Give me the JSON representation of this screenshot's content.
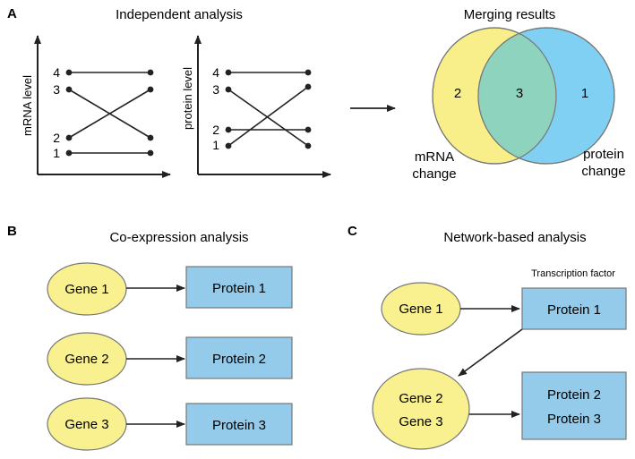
{
  "panels": {
    "a": {
      "letter": "A",
      "title": "Independent analysis",
      "left_plot": {
        "ylabel": "mRNA level",
        "ticks": [
          "4",
          "3",
          "2",
          "1"
        ]
      },
      "right_plot": {
        "ylabel": "protein level",
        "ticks": [
          "4",
          "3",
          "2",
          "1"
        ]
      },
      "merge_title": "Merging results",
      "venn": {
        "left_count": "2",
        "center_count": "3",
        "right_count": "1",
        "left_label_line1": "mRNA",
        "left_label_line2": "change",
        "right_label_line1": "protein",
        "right_label_line2": "change",
        "left_color": "#f8ee8a",
        "right_color": "#7fd0f2",
        "overlap_color": "#8ed3bd"
      }
    },
    "b": {
      "letter": "B",
      "title": "Co-expression analysis",
      "pairs": [
        {
          "gene": "Gene 1",
          "protein": "Protein 1"
        },
        {
          "gene": "Gene 2",
          "protein": "Protein 2"
        },
        {
          "gene": "Gene 3",
          "protein": "Protein 3"
        }
      ]
    },
    "c": {
      "letter": "C",
      "title": "Network-based analysis",
      "tf_label": "Transcription factor",
      "gene_single": "Gene 1",
      "protein_single": "Protein 1",
      "gene_group": [
        "Gene 2",
        "Gene 3"
      ],
      "protein_group": [
        "Protein 2",
        "Protein 3"
      ]
    }
  },
  "colors": {
    "gene_fill": "#f9f08f",
    "protein_fill": "#94cbea",
    "stroke": "#777777"
  }
}
